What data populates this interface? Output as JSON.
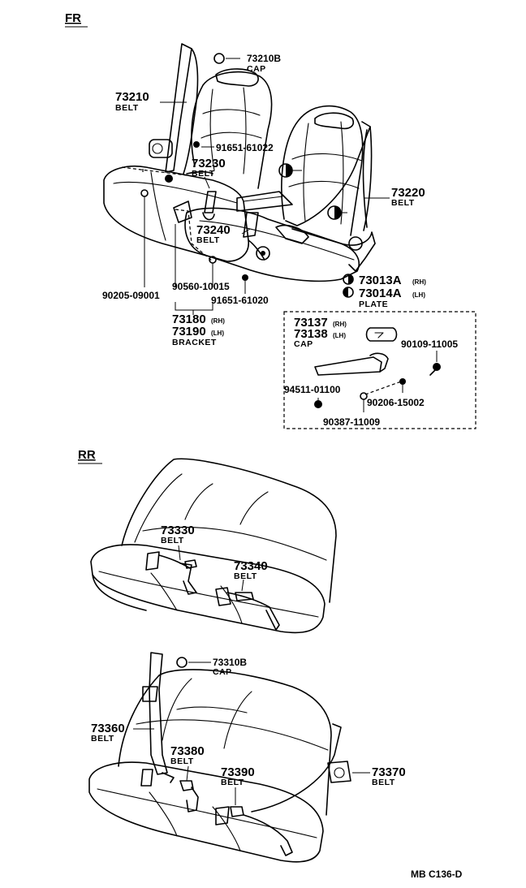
{
  "sections": {
    "front": "FR",
    "rear": "RR"
  },
  "front": {
    "cap_73210b": {
      "part": "73210B",
      "name": "CAP"
    },
    "belt_73210": {
      "part": "73210",
      "name": "BELT"
    },
    "bolt_91651_61022": {
      "part": "91651-61022"
    },
    "belt_73230": {
      "part": "73230",
      "name": "BELT"
    },
    "belt_73220": {
      "part": "73220",
      "name": "BELT"
    },
    "belt_73240": {
      "part": "73240",
      "name": "BELT"
    },
    "plate": {
      "part_rh": "73013A",
      "side_rh": "(RH)",
      "part_lh": "73014A",
      "side_lh": "(LH)",
      "name": "PLATE"
    },
    "bolt_90205_09001": {
      "part": "90205-09001"
    },
    "bolt_90560_10015": {
      "part": "90560-10015"
    },
    "bolt_91651_61020": {
      "part": "91651-61020"
    },
    "bracket": {
      "part_rh": "73180",
      "side_rh": "(RH)",
      "part_lh": "73190",
      "side_lh": "(LH)",
      "name": "BRACKET"
    },
    "inset": {
      "cap": {
        "part_rh": "73137",
        "side_rh": "(RH)",
        "part_lh": "73138",
        "side_lh": "(LH)",
        "name": "CAP"
      },
      "p90109_11005": "90109-11005",
      "p94511_01100": "94511-01100",
      "p90206_15002": "90206-15002",
      "p90387_11009": "90387-11009"
    }
  },
  "rear": {
    "belt_73330": {
      "part": "73330",
      "name": "BELT"
    },
    "belt_73340": {
      "part": "73340",
      "name": "BELT"
    },
    "cap_73310b": {
      "part": "73310B",
      "name": "CAP"
    },
    "belt_73360": {
      "part": "73360",
      "name": "BELT"
    },
    "belt_73380": {
      "part": "73380",
      "name": "BELT"
    },
    "belt_73390": {
      "part": "73390",
      "name": "BELT"
    },
    "belt_73370": {
      "part": "73370",
      "name": "BELT"
    }
  },
  "footer": {
    "code": "MB  C136-D"
  }
}
